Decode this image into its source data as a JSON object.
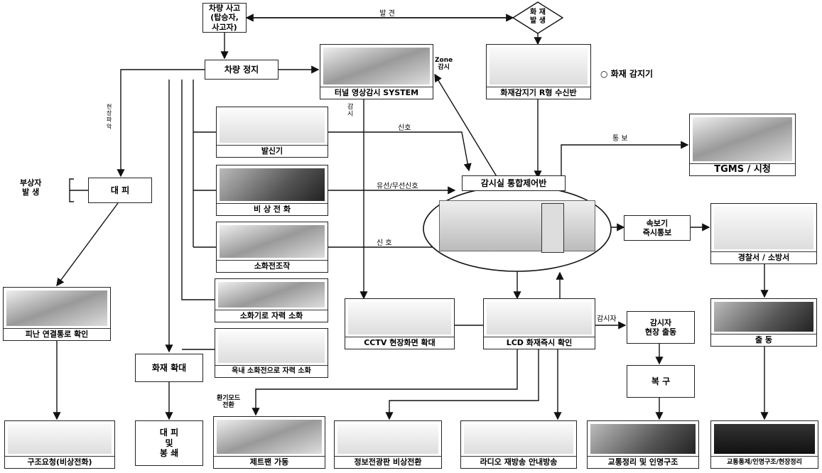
{
  "nodes": {
    "accident": "차량 사고\n(탑승자,\n사고자)",
    "fire": "화 재\n발 생",
    "stop": "차량 정지",
    "tunnel_video": "터널 영상감시 SYSTEM",
    "fire_receiver": "화재감지기 R형 수신반",
    "fire_detector_note": "○ 화재 감지기",
    "transmitter": "발신기",
    "emergency_phone": "비 상 전 화",
    "hydrant": "소화전조작",
    "extinguisher": "소화기로 자력 소화",
    "indoor_hydrant": "옥내 소화전으로 자력 소화",
    "tgms": "TGMS / 시청",
    "control_panel": "감시실 통합제어반",
    "alarm": "속보기\n즉시통보",
    "police": "경찰서 / 소방서",
    "dispatch": "출 동",
    "cctv": "CCTV 현장화면 확대",
    "lcd": "LCD 화재즉시 확인",
    "supervisor": "감시자\n현장 출동",
    "recovery": "복 구",
    "evacuation": "대 피",
    "injured": "부상자\n발 생",
    "evac_tunnel": "피난 연결통로 확인",
    "rescue": "구조요청(비상전화)",
    "fire_spread": "화재 확대",
    "evac_block": "대 피\n및\n봉 쇄",
    "smoke": "제트팬 가동",
    "broadcast_phone": "정보전광판 비상전환",
    "radio": "라디오 재방송 안내방송",
    "traffic": "교통정리 및 인명구조",
    "traffic2": "교통통제/인명구조/현장정리"
  },
  "edge_labels": {
    "discover": "발 견",
    "zone": "Zone\n감시",
    "signal1": "신호",
    "wired": "유선/무선신호",
    "signal2": "신 호",
    "report": "통 보",
    "monitor": "감\n시",
    "grasp": "현\n장\n파\n악",
    "supervisor_edge": "감시자",
    "vent_mode": "환기모드\n전환"
  }
}
